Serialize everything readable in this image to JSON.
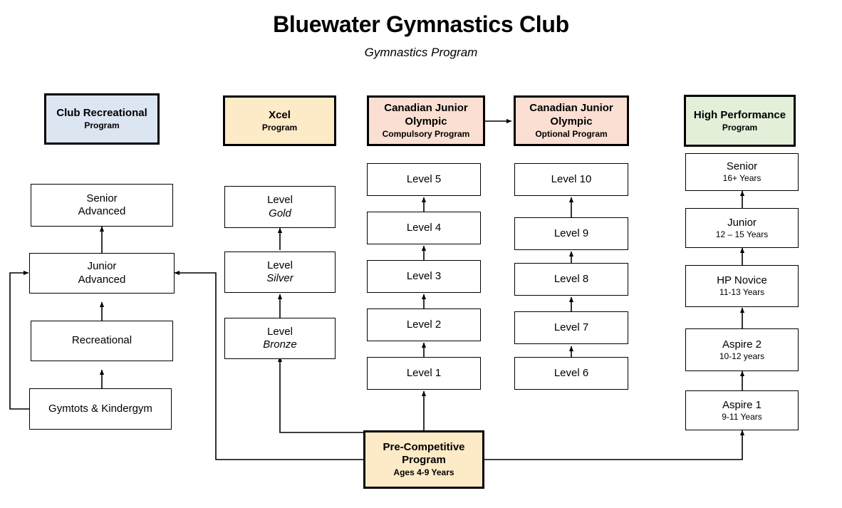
{
  "header": {
    "title": "Bluewater Gymnastics Club",
    "subtitle": "Gymnastics Program"
  },
  "colors": {
    "club_recreational": "#dce6f2",
    "xcel": "#fdeac6",
    "cjo": "#fadfd2",
    "high_performance": "#e3efd9",
    "pre_competitive": "#fdeac6",
    "border": "#000000",
    "connector": "#000000",
    "text": "#000000",
    "page_background": "#ffffff"
  },
  "columns": [
    {
      "key": "club_recreational",
      "header": {
        "line1": "Club Recreational",
        "line2": "Program"
      },
      "nodes": [
        {
          "line1": "Senior",
          "line2": "Advanced"
        },
        {
          "line1": "Junior",
          "line2": "Advanced"
        },
        {
          "line1": "Recreational",
          "line2": ""
        },
        {
          "line1": "Gymtots & Kindergym",
          "line2": ""
        }
      ]
    },
    {
      "key": "xcel",
      "header": {
        "line1": "Xcel",
        "line2": "Program"
      },
      "nodes": [
        {
          "line1": "Level",
          "line2": "Gold"
        },
        {
          "line1": "Level",
          "line2": "Silver"
        },
        {
          "line1": "Level",
          "line2": "Bronze"
        }
      ]
    },
    {
      "key": "cjo_compulsory",
      "header": {
        "line1": "Canadian Junior Olympic",
        "line2": "Compulsory Program"
      },
      "nodes": [
        {
          "line1": "Level 5",
          "line2": ""
        },
        {
          "line1": "Level 4",
          "line2": ""
        },
        {
          "line1": "Level 3",
          "line2": ""
        },
        {
          "line1": "Level 2",
          "line2": ""
        },
        {
          "line1": "Level 1",
          "line2": ""
        }
      ]
    },
    {
      "key": "cjo_optional",
      "header": {
        "line1": "Canadian Junior Olympic",
        "line2": "Optional Program"
      },
      "nodes": [
        {
          "line1": "Level 10",
          "line2": ""
        },
        {
          "line1": "Level 9",
          "line2": ""
        },
        {
          "line1": "Level 8",
          "line2": ""
        },
        {
          "line1": "Level 7",
          "line2": ""
        },
        {
          "line1": "Level 6",
          "line2": ""
        }
      ]
    },
    {
      "key": "high_performance",
      "header": {
        "line1": "High Performance",
        "line2": "Program"
      },
      "nodes": [
        {
          "line1": "Senior",
          "line2": "16+ Years"
        },
        {
          "line1": "Junior",
          "line2": "12 – 15 Years"
        },
        {
          "line1": "HP Novice",
          "line2": "11-13 Years"
        },
        {
          "line1": "Aspire 2",
          "line2": "10-12 years"
        },
        {
          "line1": "Aspire 1",
          "line2": "9-11 Years"
        }
      ]
    }
  ],
  "entry": {
    "line1": "Pre-Competitive Program",
    "line2": "Ages 4-9 Years"
  }
}
